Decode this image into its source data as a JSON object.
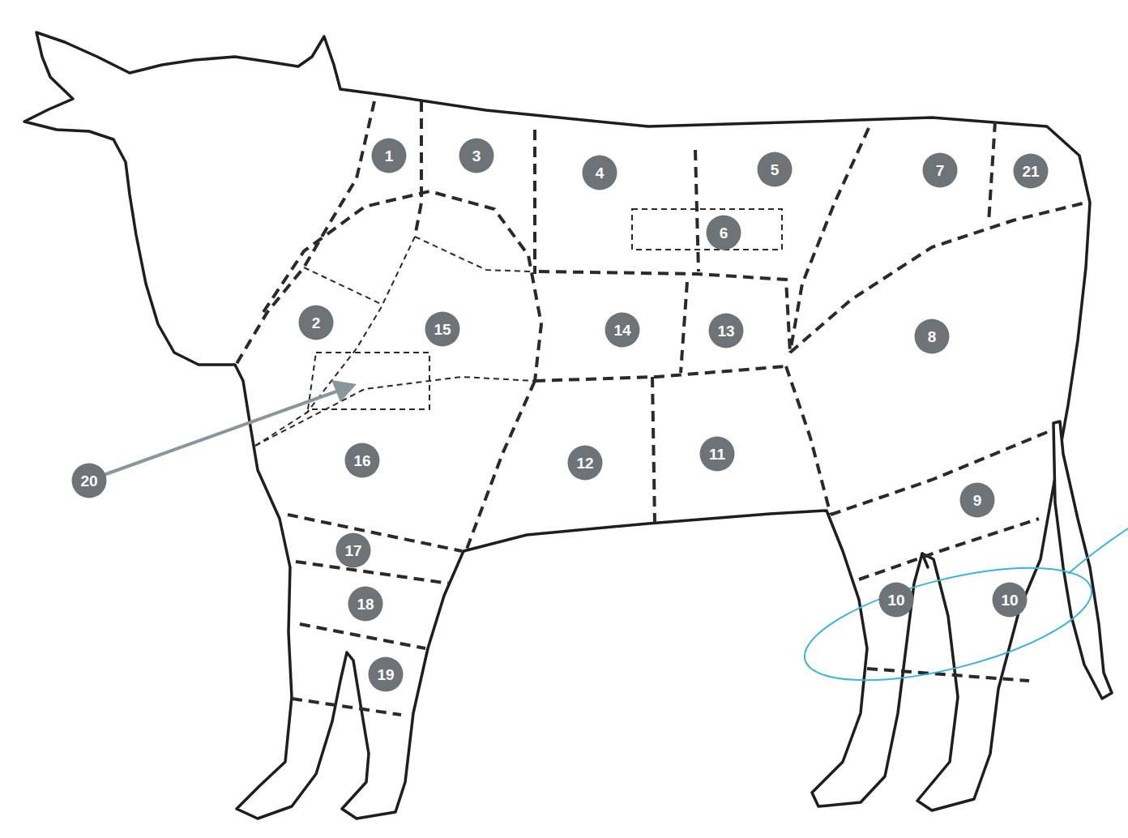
{
  "diagram": {
    "nodes": [
      {
        "text": [
          "1"
        ]
      },
      {
        "text": [
          "3"
        ]
      },
      {
        "text": [
          "4"
        ]
      },
      {
        "text": [
          "5"
        ]
      },
      {
        "text": [
          "7"
        ]
      },
      {
        "text": [
          "21"
        ]
      },
      {
        "text": [
          "6"
        ]
      },
      {
        "text": [
          "2"
        ]
      },
      {
        "text": [
          "15"
        ]
      },
      {
        "text": [
          "14"
        ]
      },
      {
        "text": [
          "13"
        ]
      },
      {
        "text": [
          "8"
        ]
      },
      {
        "text": [
          "20"
        ]
      },
      {
        "text": [
          "16"
        ]
      },
      {
        "text": [
          "12"
        ]
      },
      {
        "text": [
          "11"
        ]
      },
      {
        "text": [
          "9"
        ]
      },
      {
        "text": [
          "17"
        ]
      },
      {
        "text": [
          "10"
        ]
      },
      {
        "text": [
          "10"
        ]
      },
      {
        "text": [
          "18"
        ]
      },
      {
        "text": [
          "19"
        ]
      }
    ]
  }
}
